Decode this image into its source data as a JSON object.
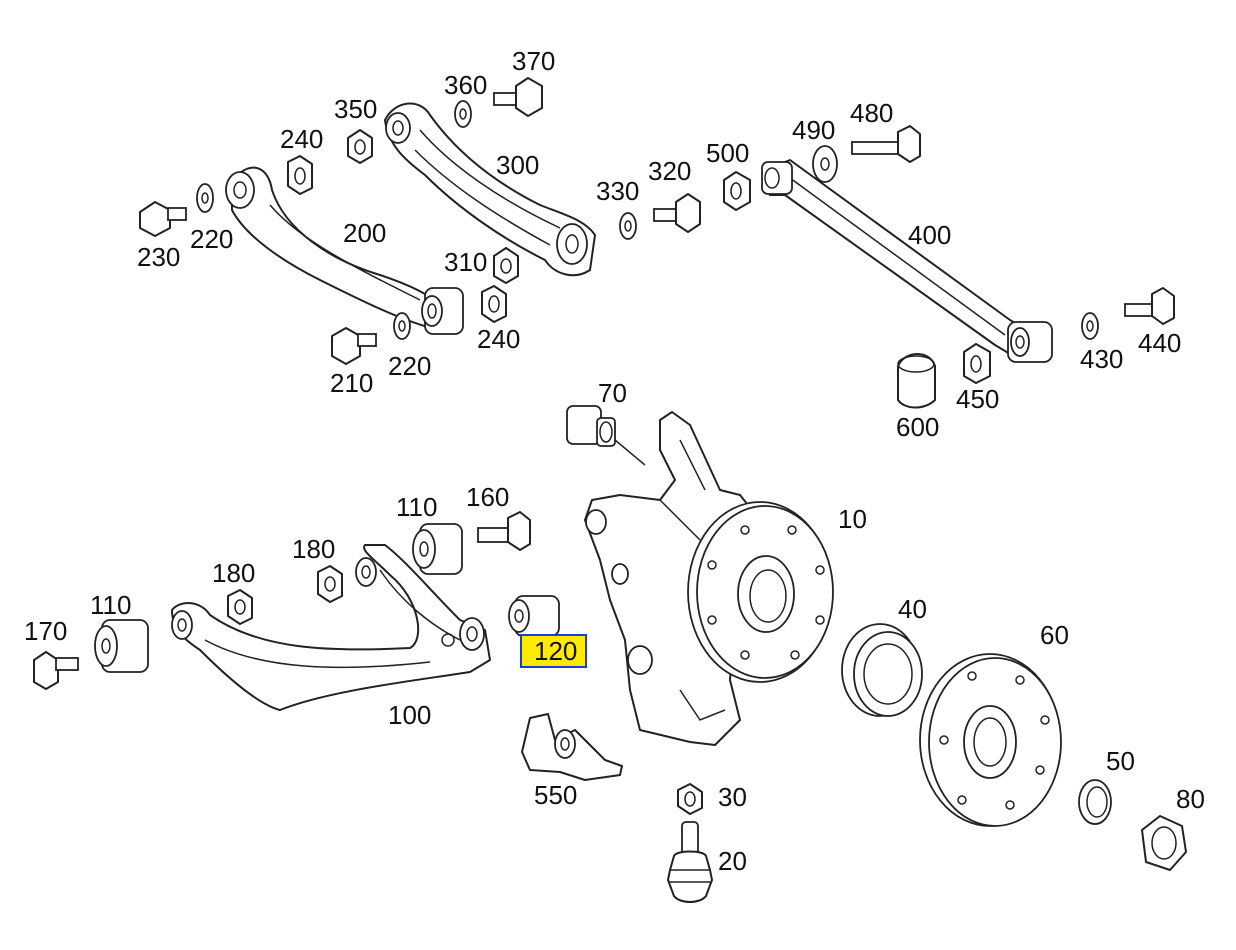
{
  "labels": {
    "p10": "10",
    "p20": "20",
    "p30": "30",
    "p40": "40",
    "p50": "50",
    "p60": "60",
    "p70": "70",
    "p80": "80",
    "p100": "100",
    "p110a": "110",
    "p110b": "110",
    "p120": "120",
    "p160": "160",
    "p170": "170",
    "p180": "180",
    "p200": "200",
    "p210": "210",
    "p220a": "220",
    "p220b": "220",
    "p230": "230",
    "p240a": "240",
    "p240b": "240",
    "p300": "300",
    "p310": "310",
    "p320": "320",
    "p330": "330",
    "p350": "350",
    "p360": "360",
    "p370": "370",
    "p400": "400",
    "p430": "430",
    "p440": "440",
    "p450": "450",
    "p480": "480",
    "p490": "490",
    "p500": "500",
    "p550": "550",
    "p600": "600"
  },
  "highlight": {
    "part": "120",
    "fill": "#ffea00",
    "border": "#1a3fd0"
  }
}
